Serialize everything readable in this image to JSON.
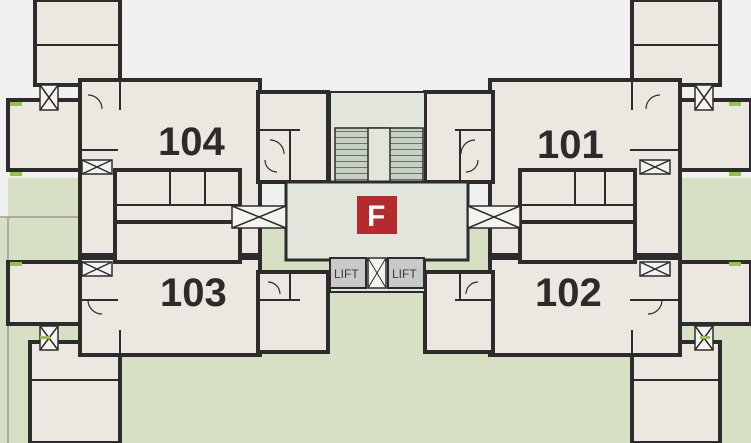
{
  "units": {
    "u101": "101",
    "u102": "102",
    "u103": "103",
    "u104": "104"
  },
  "core": {
    "floor_badge": "F",
    "lift_left": "LIFT",
    "lift_right": "LIFT"
  },
  "colors": {
    "sky": "#f0f0f0",
    "lawn": "#d7dfc4",
    "floor": "#ece8e1",
    "wall": "#2c2c2c",
    "lobby": "#e1e5db",
    "staircase": "#c7d1c3",
    "lift": "#c9c9c9",
    "badge": "#b42a2f",
    "window": "#93c348"
  }
}
